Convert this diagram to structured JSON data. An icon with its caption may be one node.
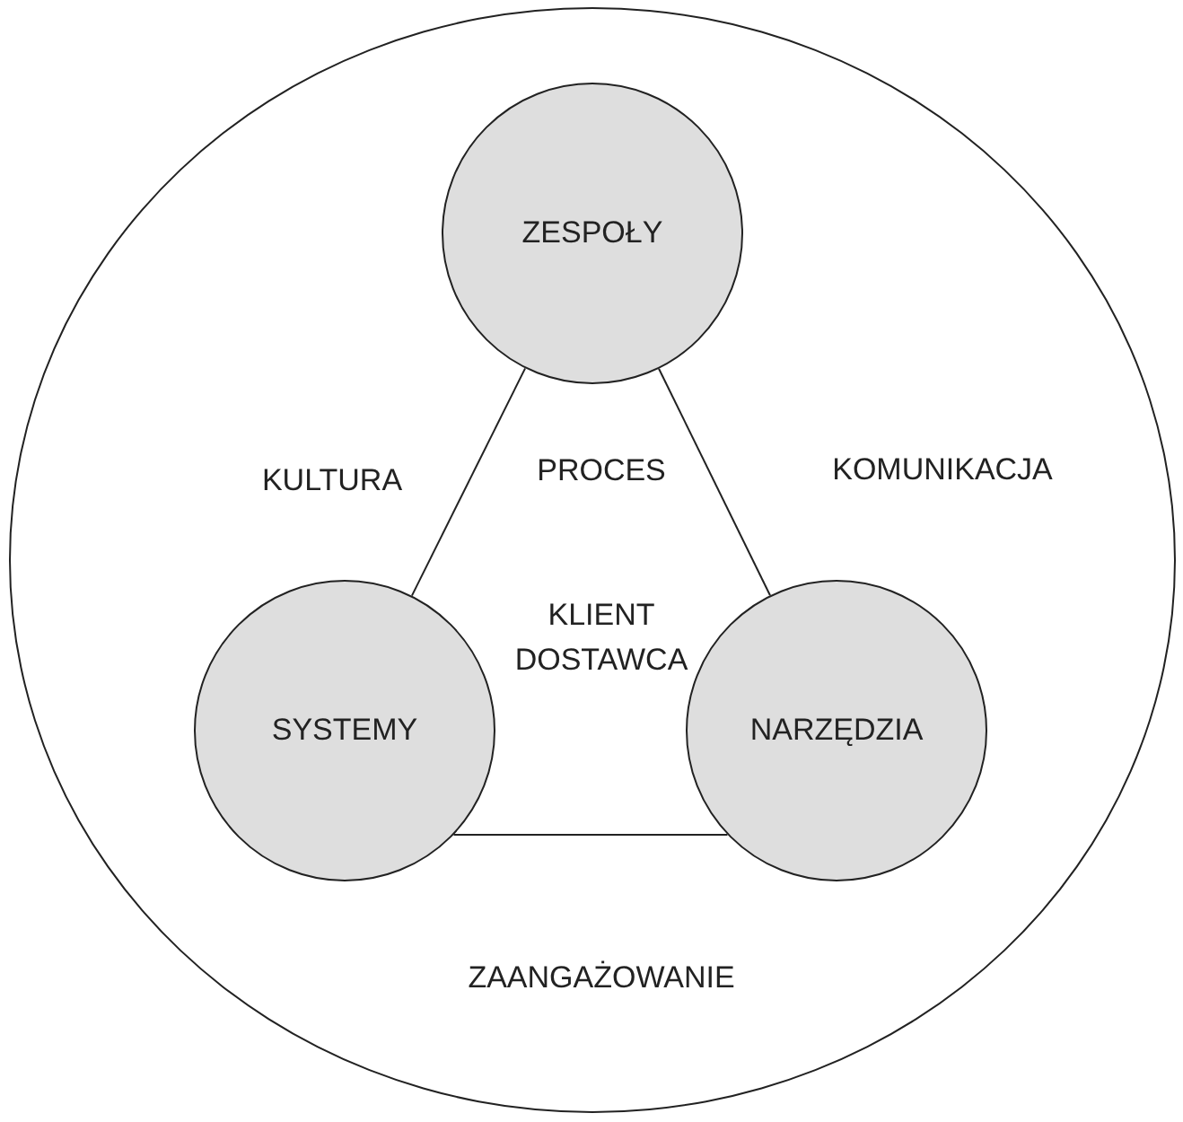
{
  "diagram": {
    "nodes": [
      {
        "text": [],
        "shape": "circle"
      },
      {
        "text": [
          "ZESPOŁY"
        ],
        "in": 0
      },
      {
        "text": [
          "SYSTEMY"
        ],
        "in": 0
      },
      {
        "text": [
          "NARZĘDZIA"
        ],
        "in": 0
      }
    ],
    "edges": [
      {
        "from": 1,
        "to": 2,
        "arrow": "none",
        "label": "KULTURA"
      },
      {
        "from": 1,
        "to": 3,
        "arrow": "none",
        "label": "KOMUNIKACJA"
      },
      {
        "from": 2,
        "to": 3,
        "arrow": "none",
        "label": "ZAANGAŻOWANIE"
      }
    ],
    "labels": [
      "PROCES",
      "KLIENT DOSTAWCA"
    ]
  }
}
